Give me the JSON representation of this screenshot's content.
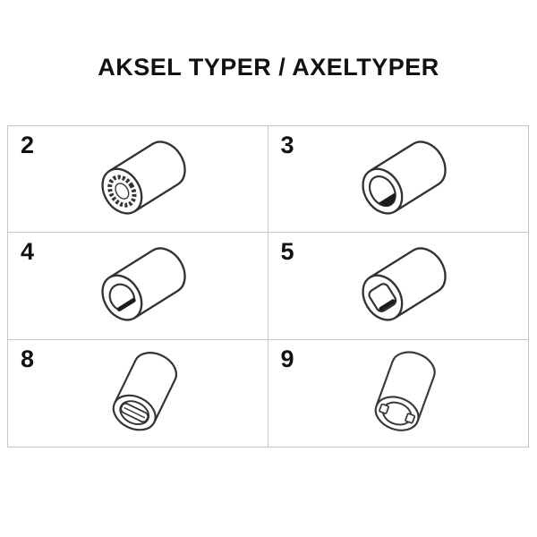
{
  "title": "AKSEL TYPER / AXELTYPER",
  "grid": {
    "cells": [
      {
        "number": "2",
        "type": "splined-bore"
      },
      {
        "number": "3",
        "type": "round-bore-with-flat"
      },
      {
        "number": "4",
        "type": "d-bore-flat-bottom"
      },
      {
        "number": "5",
        "type": "square-bore"
      },
      {
        "number": "8",
        "type": "slotted-bore"
      },
      {
        "number": "9",
        "type": "notched-round-bore"
      }
    ]
  },
  "colors": {
    "line": "#333333",
    "shade": "#1c1c1c",
    "grid_line": "#c6c6c6",
    "background": "#ffffff"
  }
}
